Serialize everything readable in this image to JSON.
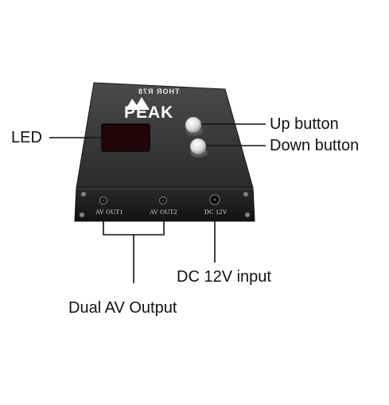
{
  "device": {
    "model_text": "THOR R78",
    "brand_text": "PEAK",
    "ports": [
      "AV OUT1",
      "AV OUT2",
      "DC 12V"
    ]
  },
  "callouts": {
    "led": "LED",
    "up_button": "Up button",
    "down_button": "Down button",
    "dc_input": "DC 12V input",
    "dual_av": "Dual AV Output"
  },
  "colors": {
    "body_top": "#3a3a3a",
    "body_front": "#1c1c1c",
    "led_window": "#2a0608",
    "leader_line": "#111111"
  }
}
